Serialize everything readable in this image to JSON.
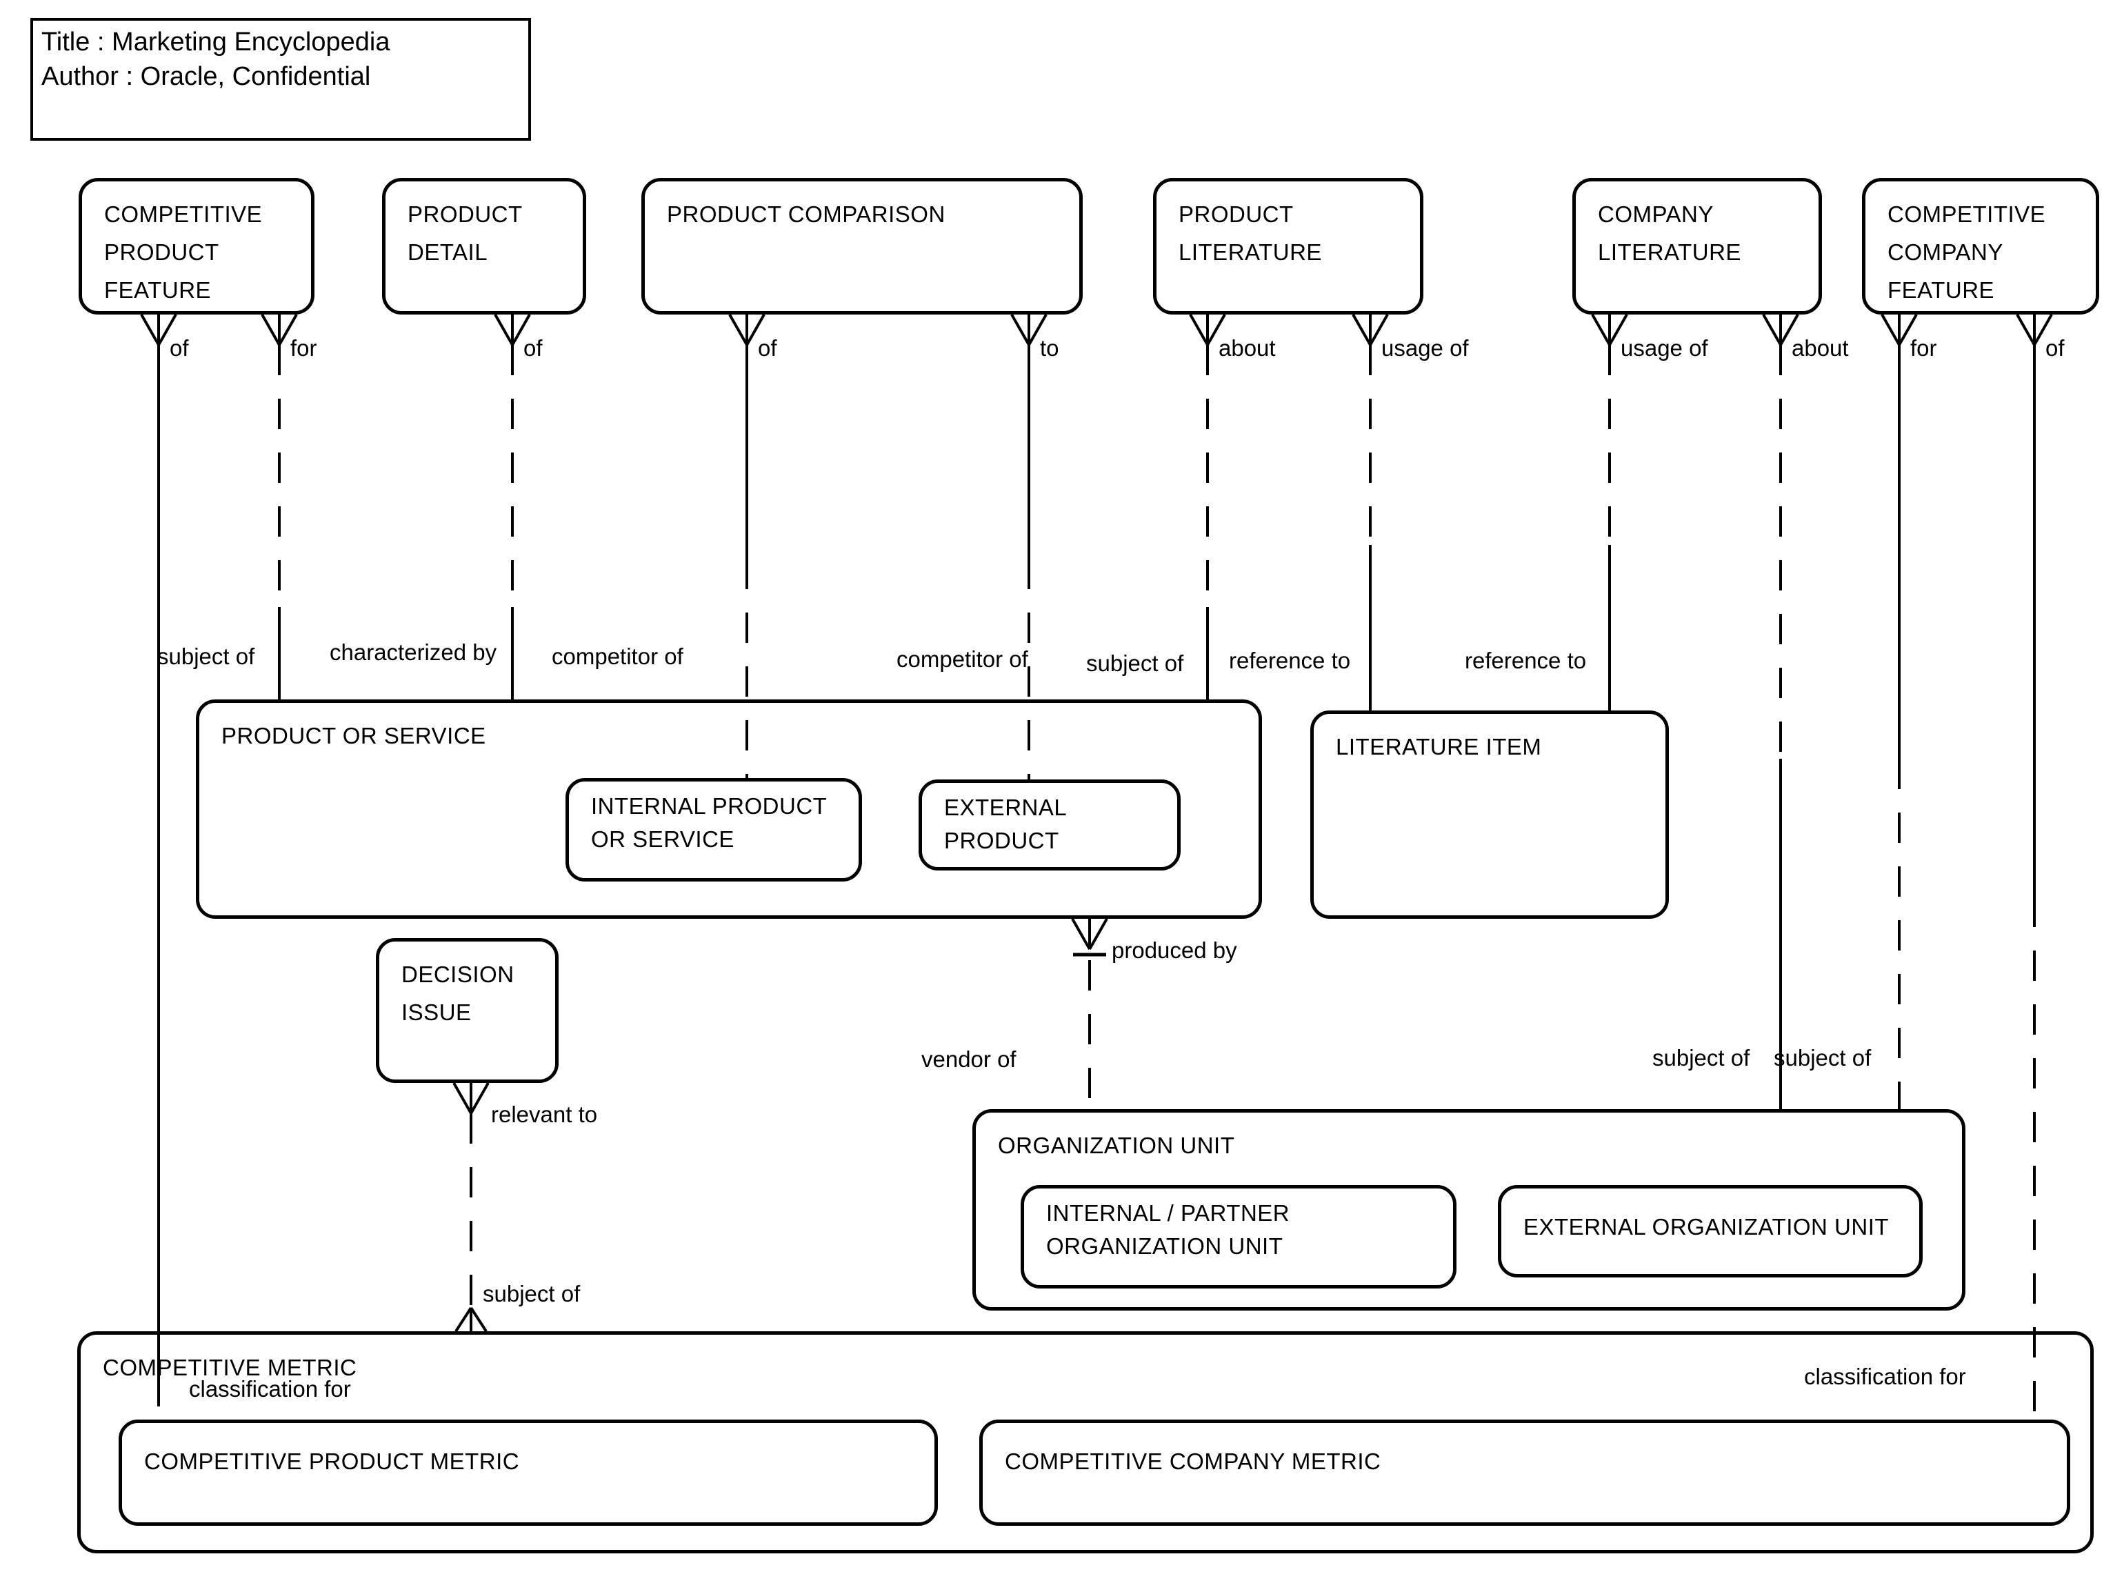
{
  "title_box": {
    "line1": "Title : Marketing Encyclopedia",
    "line2": "Author : Oracle, Confidential"
  },
  "entities": {
    "competitive_product_feature": "COMPETITIVE\nPRODUCT\nFEATURE",
    "product_detail": "PRODUCT\nDETAIL",
    "product_comparison": "PRODUCT COMPARISON",
    "product_literature": "PRODUCT\nLITERATURE",
    "company_literature": "COMPANY\nLITERATURE",
    "competitive_company_feature": "COMPETITIVE\nCOMPANY\nFEATURE",
    "product_or_service": "PRODUCT OR SERVICE",
    "internal_product_or_service": "INTERNAL PRODUCT\nOR SERVICE",
    "external_product": "EXTERNAL\nPRODUCT",
    "literature_item": "LITERATURE ITEM",
    "decision_issue": "DECISION\nISSUE",
    "organization_unit": "ORGANIZATION UNIT",
    "internal_partner_organization_unit": "INTERNAL / PARTNER\nORGANIZATION UNIT",
    "external_organization_unit": "EXTERNAL ORGANIZATION UNIT",
    "competitive_metric": "COMPETITIVE METRIC",
    "competitive_product_metric": "COMPETITIVE PRODUCT METRIC",
    "competitive_company_metric": "COMPETITIVE COMPANY METRIC"
  },
  "relationship_labels": {
    "l1_near": "of",
    "l1_far": "classification for",
    "l2_near": "for",
    "l2_far": "subject of",
    "l3_near": "of",
    "l3_far": "characterized by",
    "l4_near": "of",
    "l4_far": "competitor of",
    "l5_near": "to",
    "l5_far": "competitor of",
    "l6_near": "about",
    "l6_far": "subject of",
    "l7_near": "usage of",
    "l7_far": "reference to",
    "l8_near": "usage of",
    "l8_far": "reference to",
    "l9_near": "about",
    "l9_far": "subject of",
    "l10_near": "for",
    "l10_far": "subject of",
    "l11_near": "of",
    "l11_far": "classification for",
    "decision_near": "relevant to",
    "decision_far": "subject of",
    "produced_by": "produced by",
    "vendor_of": "vendor of"
  },
  "colors": {
    "line": "#000000",
    "background": "#ffffff"
  }
}
